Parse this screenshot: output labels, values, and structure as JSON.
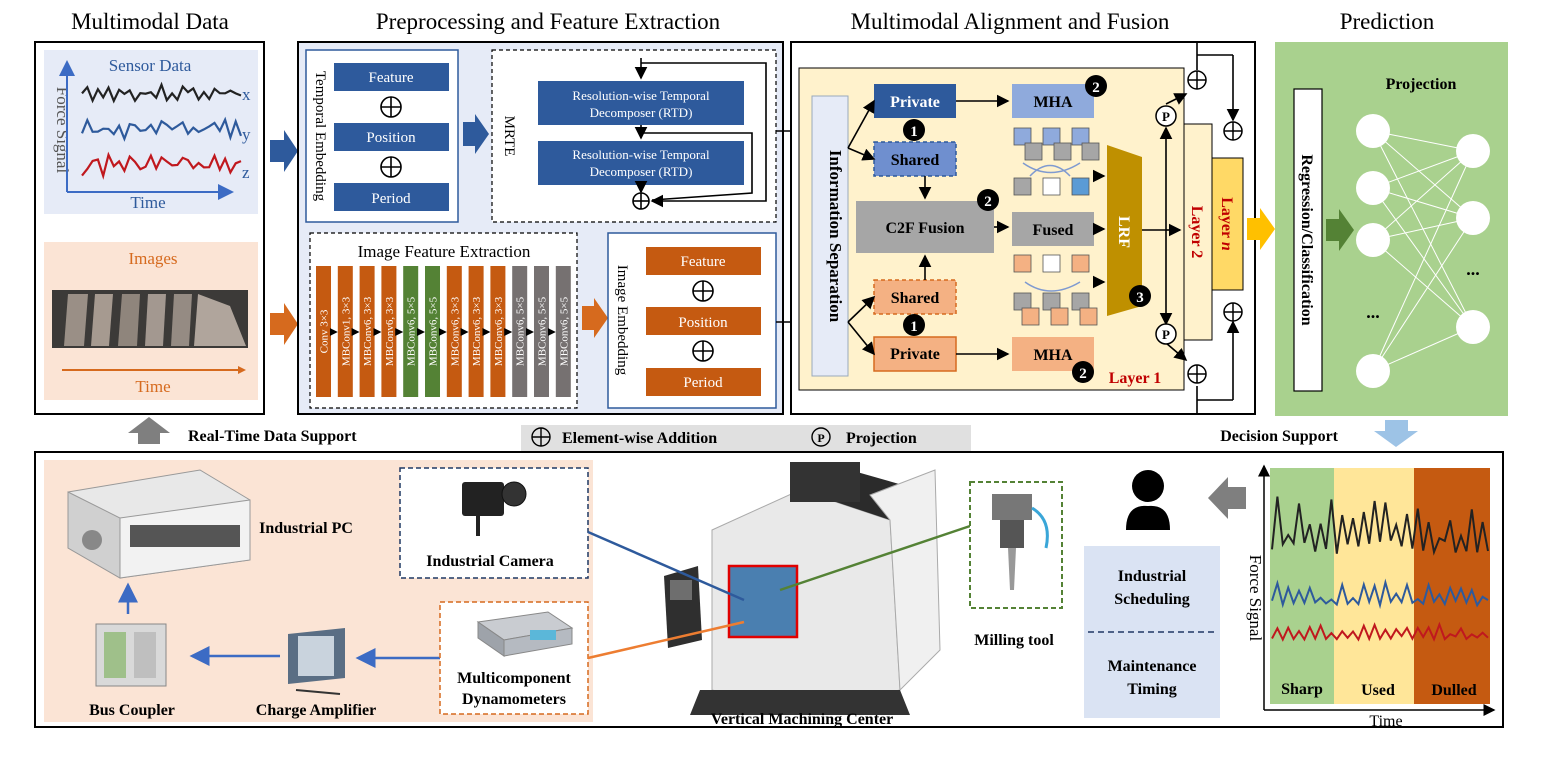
{
  "headers": {
    "multimodal_data": "Multimodal Data",
    "preprocessing": "Preprocessing and Feature Extraction",
    "alignment": "Multimodal Alignment and Fusion",
    "prediction": "Prediction"
  },
  "sensor": {
    "title": "Sensor Data",
    "ylabel": "Force Signal",
    "xlabel": "Time",
    "axes": [
      "x",
      "y",
      "z"
    ]
  },
  "images": {
    "title": "Images",
    "xlabel": "Time"
  },
  "temporal_embedding": {
    "label": "Temporal Embedding",
    "blocks": [
      "Feature",
      "Position",
      "Period"
    ]
  },
  "mrte": {
    "label": "MRTE",
    "rtd": [
      "Resolution-wise Temporal",
      "Decomposer (RTD)"
    ]
  },
  "image_feature": {
    "title": "Image Feature Extraction",
    "layers": [
      "Conv 3×3",
      "MBConv1, 3×3",
      "MBConv6, 3×3",
      "MBConv6, 3×3",
      "MBConv6, 5×5",
      "MBConv6, 5×5",
      "MBConv6, 3×3",
      "MBConv6, 3×3",
      "MBConv6, 3×3",
      "MBConv6, 5×5",
      "MBConv6, 5×5",
      "MBConv6, 5×5"
    ]
  },
  "image_embedding": {
    "label": "Image Embedding",
    "blocks": [
      "Feature",
      "Position",
      "Period"
    ]
  },
  "fusion": {
    "info_sep": "Information Separation",
    "private": "Private",
    "shared": "Shared",
    "mha": "MHA",
    "c2f": "C2F Fusion",
    "fused": "Fused",
    "lrf": "LRF",
    "layer1": "Layer 1",
    "layer2": "Layer 2",
    "layern_prefix": "Layer ",
    "layern_suffix": "n",
    "p": "P",
    "n1": "1",
    "n2": "2",
    "n3": "3"
  },
  "prediction": {
    "regression": "Regression/Classification",
    "projection": "Projection",
    "dots": "..."
  },
  "legend": {
    "addition": "Element-wise Addition",
    "projection": "Projection"
  },
  "realtime": "Real-Time Data Support",
  "decision": "Decision Support",
  "bottom": {
    "industrial_pc": "Industrial PC",
    "industrial_camera": "Industrial Camera",
    "multicomponent": [
      "Multicomponent",
      "Dynamometers"
    ],
    "bus_coupler": "Bus Coupler",
    "charge_amplifier": "Charge Amplifier",
    "vmc": "Vertical Machining Center",
    "milling_tool": "Milling tool",
    "scheduling": [
      "Industrial",
      "Scheduling"
    ],
    "maintenance": [
      "Maintenance",
      "Timing"
    ],
    "wear_ylabel": "Force Signal",
    "wear_xlabel": "Time",
    "stages": [
      "Sharp",
      "Used",
      "Dulled"
    ]
  },
  "colors": {
    "blue": "#2e5a9c",
    "orange": "#d66a1e",
    "green": "#3f7d2c",
    "gray": "#6e6a69",
    "red": "#c0181e",
    "panel_blue": "#e6ebf7",
    "panel_orange": "#fbe4d5",
    "panel_yellow": "#fff2cc",
    "panel_green": "#a9d18e"
  }
}
